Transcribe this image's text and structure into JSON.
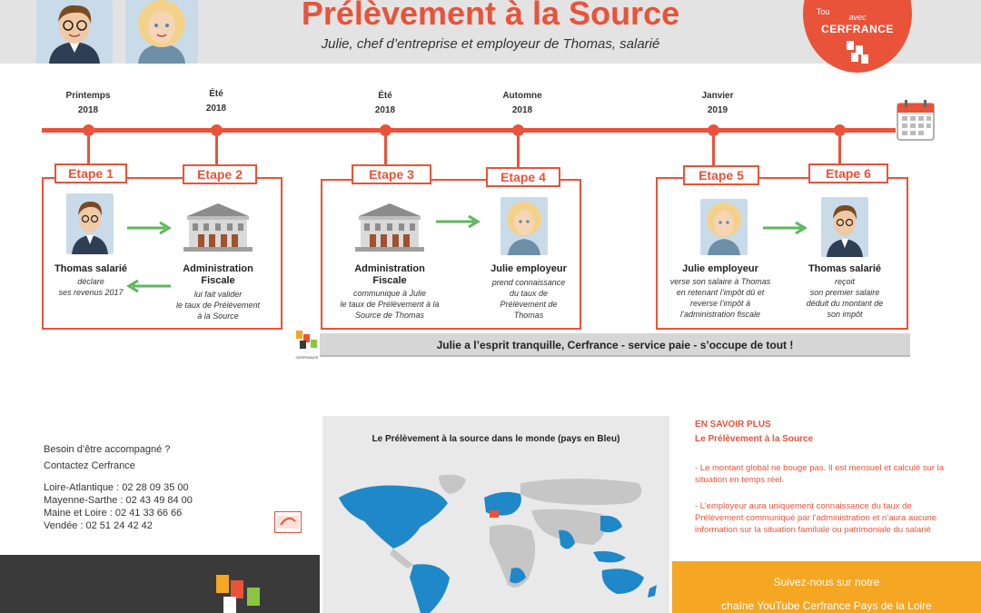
{
  "header": {
    "title": "Prélèvement à la Source",
    "subtitle": "Julie, chef d’entreprise et employeur de Thomas, salarié",
    "badge_top": "Tou",
    "badge_small": "avec",
    "badge_brand": "CERFRANCE"
  },
  "timeline": [
    {
      "season": "Printemps",
      "year": "2018"
    },
    {
      "season": "Été",
      "year": "2018"
    },
    {
      "season": "Été",
      "year": "2018"
    },
    {
      "season": "Automne",
      "year": "2018"
    },
    {
      "season": "Janvier",
      "year": "2019"
    }
  ],
  "steps": [
    {
      "label": "Etape 1",
      "who": "Thomas salarié",
      "desc": "déclare\nses revenus 2017"
    },
    {
      "label": "Etape 2",
      "who": "Administration\nFiscale",
      "desc": "lui fait valider\nle taux de Prélèvement\nà la Source"
    },
    {
      "label": "Etape 3",
      "who": "Administration\nFiscale",
      "desc": "communique à Julie\nle taux de Prélèvement à la\nSource de Thomas"
    },
    {
      "label": "Etape 4",
      "who": "Julie employeur",
      "desc": "prend connaissance\ndu taux de\nPrélèvement de\nThomas"
    },
    {
      "label": "Etape 5",
      "who": "Julie employeur",
      "desc": "verse son salaire à Thomas\nen retenant l’impôt dû et\nreverse l’impôt à\nl’administration fiscale"
    },
    {
      "label": "Etape 6",
      "who": "Thomas salarié",
      "desc": "reçoit\nson premier salaire\ndéduit du montant de\nson impôt"
    }
  ],
  "banner": "Julie a l’esprit tranquille, Cerfrance - service paie - s’occupe de tout !",
  "mini_logo_text": "CERFRANCE",
  "contact": {
    "intro1": "Besoin d’être accompagné ?",
    "intro2": "Contactez Cerfrance",
    "phones": [
      "Loire-Atlantique : 02 28 09 35 00",
      "Mayenne-Sarthe : 02 43 49 84 00",
      "Maine et Loire : 02 41 33 66 66",
      "Vendée : 02 51 24 42 42"
    ]
  },
  "map": {
    "title": "Le Prélèvement à la source dans le monde (pays en Bleu)"
  },
  "info": {
    "heading1": "EN SAVOIR PLUS",
    "heading2": "Le Prélèvement à la Source",
    "p1": "- Le montant global ne bouge pas. Il est mensuel et calculé sur la situation en temps réel.",
    "p2": "- L’employeur aura uniquement connaissance du taux de Prélèvement communiqué par l’administration et n’aura aucune information sur la situation familiale ou  patrimoniale du salarié"
  },
  "youtube": {
    "line1": "Suivez-nous sur notre",
    "line2": "chaîne YouTube  Cerfrance Pays de la Loire"
  },
  "colors": {
    "accent": "#e8533a",
    "arrow": "#5cb85c",
    "map_blue": "#1e88c8",
    "orange": "#f5a623"
  }
}
